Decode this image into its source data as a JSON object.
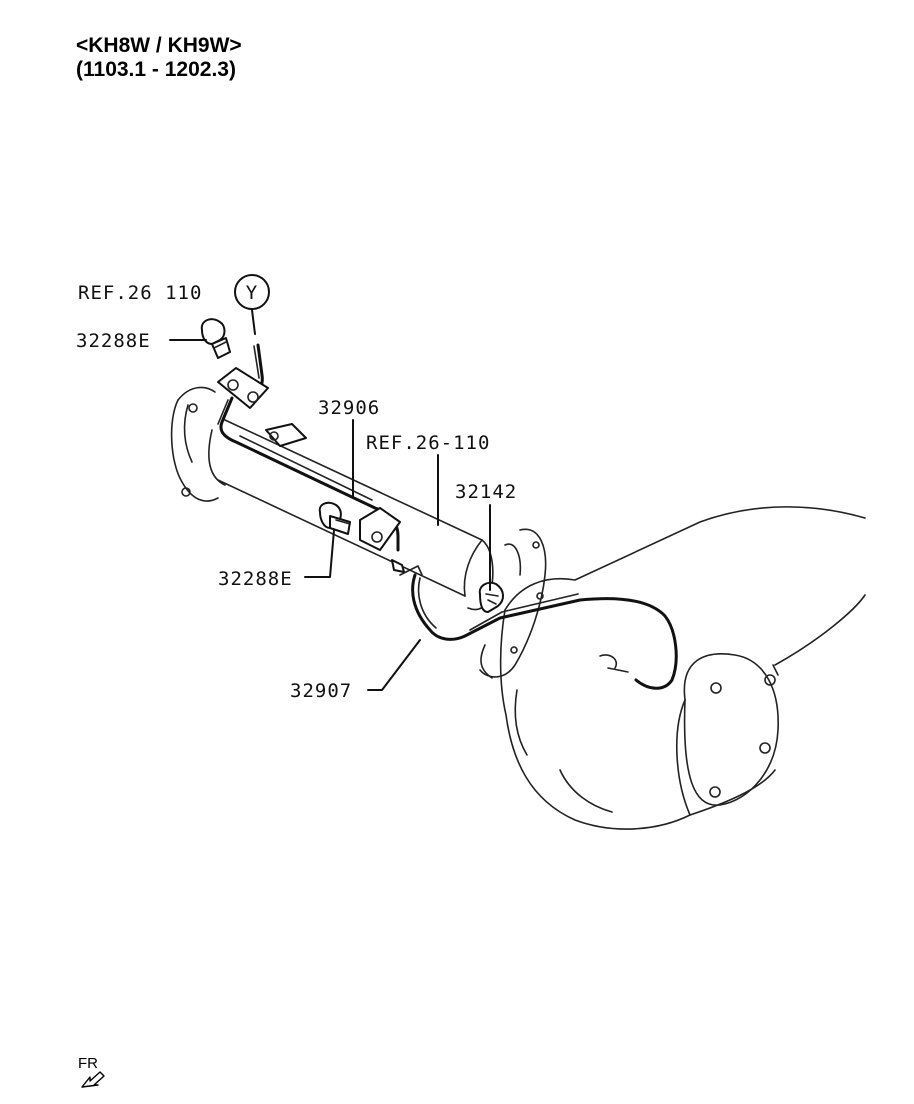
{
  "header": {
    "model": "<KH8W / KH9W>",
    "date_range": "(1103.1 - 1202.3)"
  },
  "callouts": {
    "ref_top": "REF.26 110",
    "ref_top_circle": "Y",
    "part_32288E_top": "32288E",
    "part_32906": "32906",
    "ref_mid": "REF.26-110",
    "part_32142": "32142",
    "part_32288E_mid": "32288E",
    "part_32907": "32907"
  },
  "direction": {
    "label": "FR",
    "icon": "front-arrow-icon"
  }
}
